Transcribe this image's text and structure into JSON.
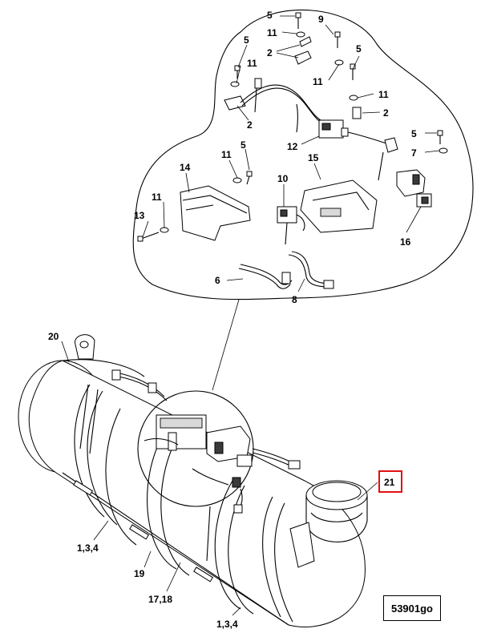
{
  "callouts": {
    "c5a": "5",
    "c11a": "11",
    "c9": "9",
    "c5b": "5",
    "c2a": "2",
    "c11b": "11",
    "c11c": "11",
    "c5c": "5",
    "c11d": "11",
    "c2b": "2",
    "c2c": "2",
    "c12": "12",
    "c5d": "5",
    "c7": "7",
    "c11e": "11",
    "c5e": "5",
    "c14": "14",
    "c15": "15",
    "c10": "10",
    "c11f": "11",
    "c13": "13",
    "c16": "16",
    "c6": "6",
    "c8": "8",
    "c20": "20",
    "c21": "21",
    "c134a": "1,3,4",
    "c19": "19",
    "c1718": "17,18",
    "c134b": "1,3,4"
  },
  "drawing_code": "53901go",
  "colors": {
    "highlight": "#e01010",
    "line": "#000000"
  }
}
